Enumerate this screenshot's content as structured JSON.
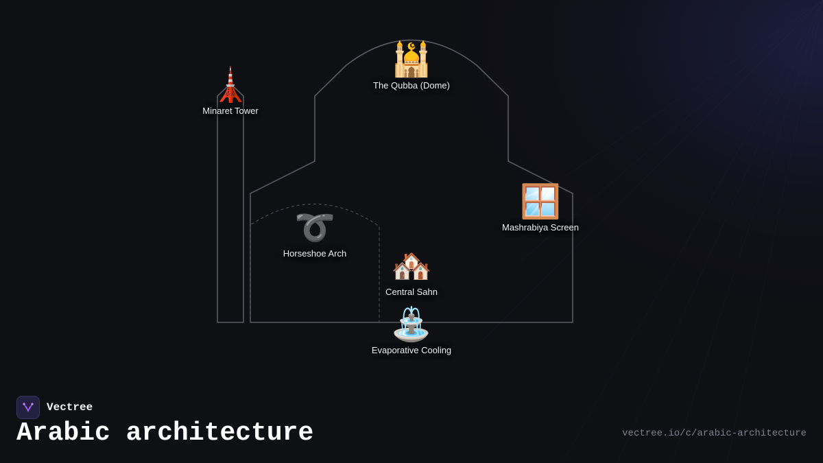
{
  "diagram": {
    "nodes": [
      {
        "id": "minaret",
        "label": "Minaret Tower",
        "icon": "tower-icon",
        "glyph": "🗼"
      },
      {
        "id": "qubba",
        "label": "The Qubba (Dome)",
        "icon": "mosque-icon",
        "glyph": "🕌"
      },
      {
        "id": "mashrabiya",
        "label": "Mashrabiya Screen",
        "icon": "window-icon",
        "glyph": "🪟"
      },
      {
        "id": "arch",
        "label": "Horseshoe Arch",
        "icon": "loop-icon",
        "glyph": "➰"
      },
      {
        "id": "sahn",
        "label": "Central Sahn",
        "icon": "houses-icon",
        "glyph": "🏘️"
      },
      {
        "id": "cooling",
        "label": "Evaporative Cooling",
        "icon": "fountain-icon",
        "glyph": "⛲"
      }
    ],
    "outline_color": "#5a5b61"
  },
  "footer": {
    "brand_name": "Vectree",
    "title": "Arabic architecture",
    "url": "vectree.io/c/arabic-architecture"
  },
  "colors": {
    "background": "#0f1014",
    "accent": "#9b5de5"
  }
}
